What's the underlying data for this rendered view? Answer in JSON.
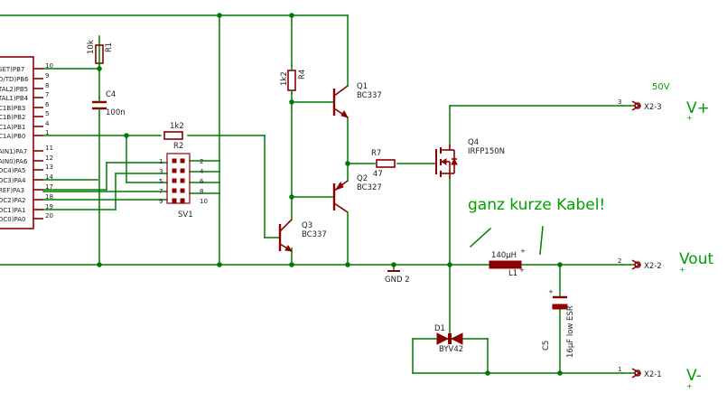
{
  "ic_pins_left": [
    "SET)PB7",
    "D/TD)PB6",
    "TAL2)PB5",
    "TAL1)PB4",
    "C1B)PB3",
    "C1B)PB2",
    "C1A)PB1",
    "C1A)PB0",
    "AIN1)PA7",
    "AIN0)PA6",
    "DC4)PA5",
    "DC3)PA4",
    "REF)PA3",
    "DC2)PA2",
    "DC1)PA1",
    "DC0)PA0"
  ],
  "ic_pin_numbers": [
    "10",
    "9",
    "8",
    "7",
    "6",
    "5",
    "4",
    "1",
    "11",
    "12",
    "13",
    "14",
    "17",
    "18",
    "19",
    "20"
  ],
  "header": {
    "name": "SV1",
    "pins": [
      "1",
      "2",
      "3",
      "4",
      "5",
      "6",
      "7",
      "8",
      "9",
      "10"
    ]
  },
  "parts": {
    "r1": {
      "name": "R1",
      "value": "10k"
    },
    "c4": {
      "name": "C4",
      "value": "100n"
    },
    "r2": {
      "name": "R2",
      "value": "1k2"
    },
    "r4": {
      "name": "R4",
      "value": "1k2"
    },
    "q1": {
      "name": "Q1",
      "value": "BC337"
    },
    "q2": {
      "name": "Q2",
      "value": "BC327"
    },
    "q3": {
      "name": "Q3",
      "value": "BC337"
    },
    "q4": {
      "name": "Q4",
      "value": "IRFP150N"
    },
    "r7": {
      "name": "R7",
      "value": "47"
    },
    "l1": {
      "name": "L1",
      "value": "140µH"
    },
    "d1": {
      "name": "D1",
      "value": "BYV42"
    },
    "c5": {
      "name": "C5",
      "value": "16µF low ESR"
    },
    "gnd": {
      "label": "GND 2"
    }
  },
  "connectors": [
    {
      "pin": "3",
      "name": "X2-3",
      "label": "V+"
    },
    {
      "pin": "2",
      "name": "X2-2",
      "label": "Vout"
    },
    {
      "pin": "1",
      "name": "X2-1",
      "label": "V-"
    }
  ],
  "annotations": {
    "voltage": "50V",
    "note": "ganz kurze Kabel!"
  },
  "colors": {
    "wire": "#007a00",
    "component": "#8b0000",
    "annotation": "#00a000"
  }
}
